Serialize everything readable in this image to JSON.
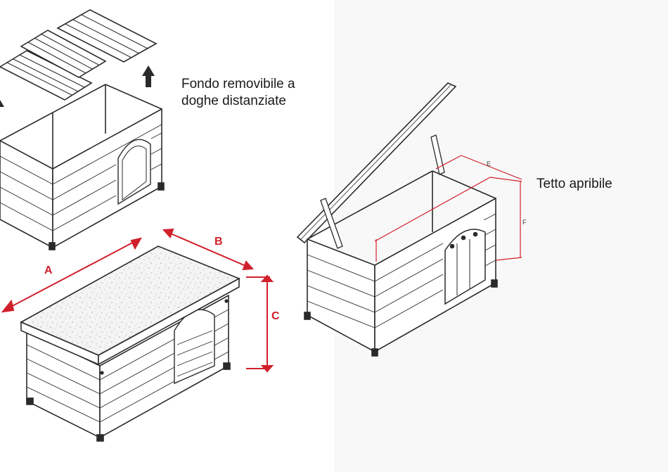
{
  "captions": {
    "floor": [
      "Fondo removibile a",
      "doghe distanziate"
    ],
    "roof": "Tetto apribile"
  },
  "dimensions": {
    "a": "A",
    "b": "B",
    "c": "C",
    "e": "E",
    "f": "F"
  },
  "colors": {
    "dimension_red": "#d0202b",
    "line": "#2a2a2a",
    "right_panel_bg": "#f8f8f8"
  },
  "icons": {
    "lift_arrow": "arrow-up-icon"
  }
}
